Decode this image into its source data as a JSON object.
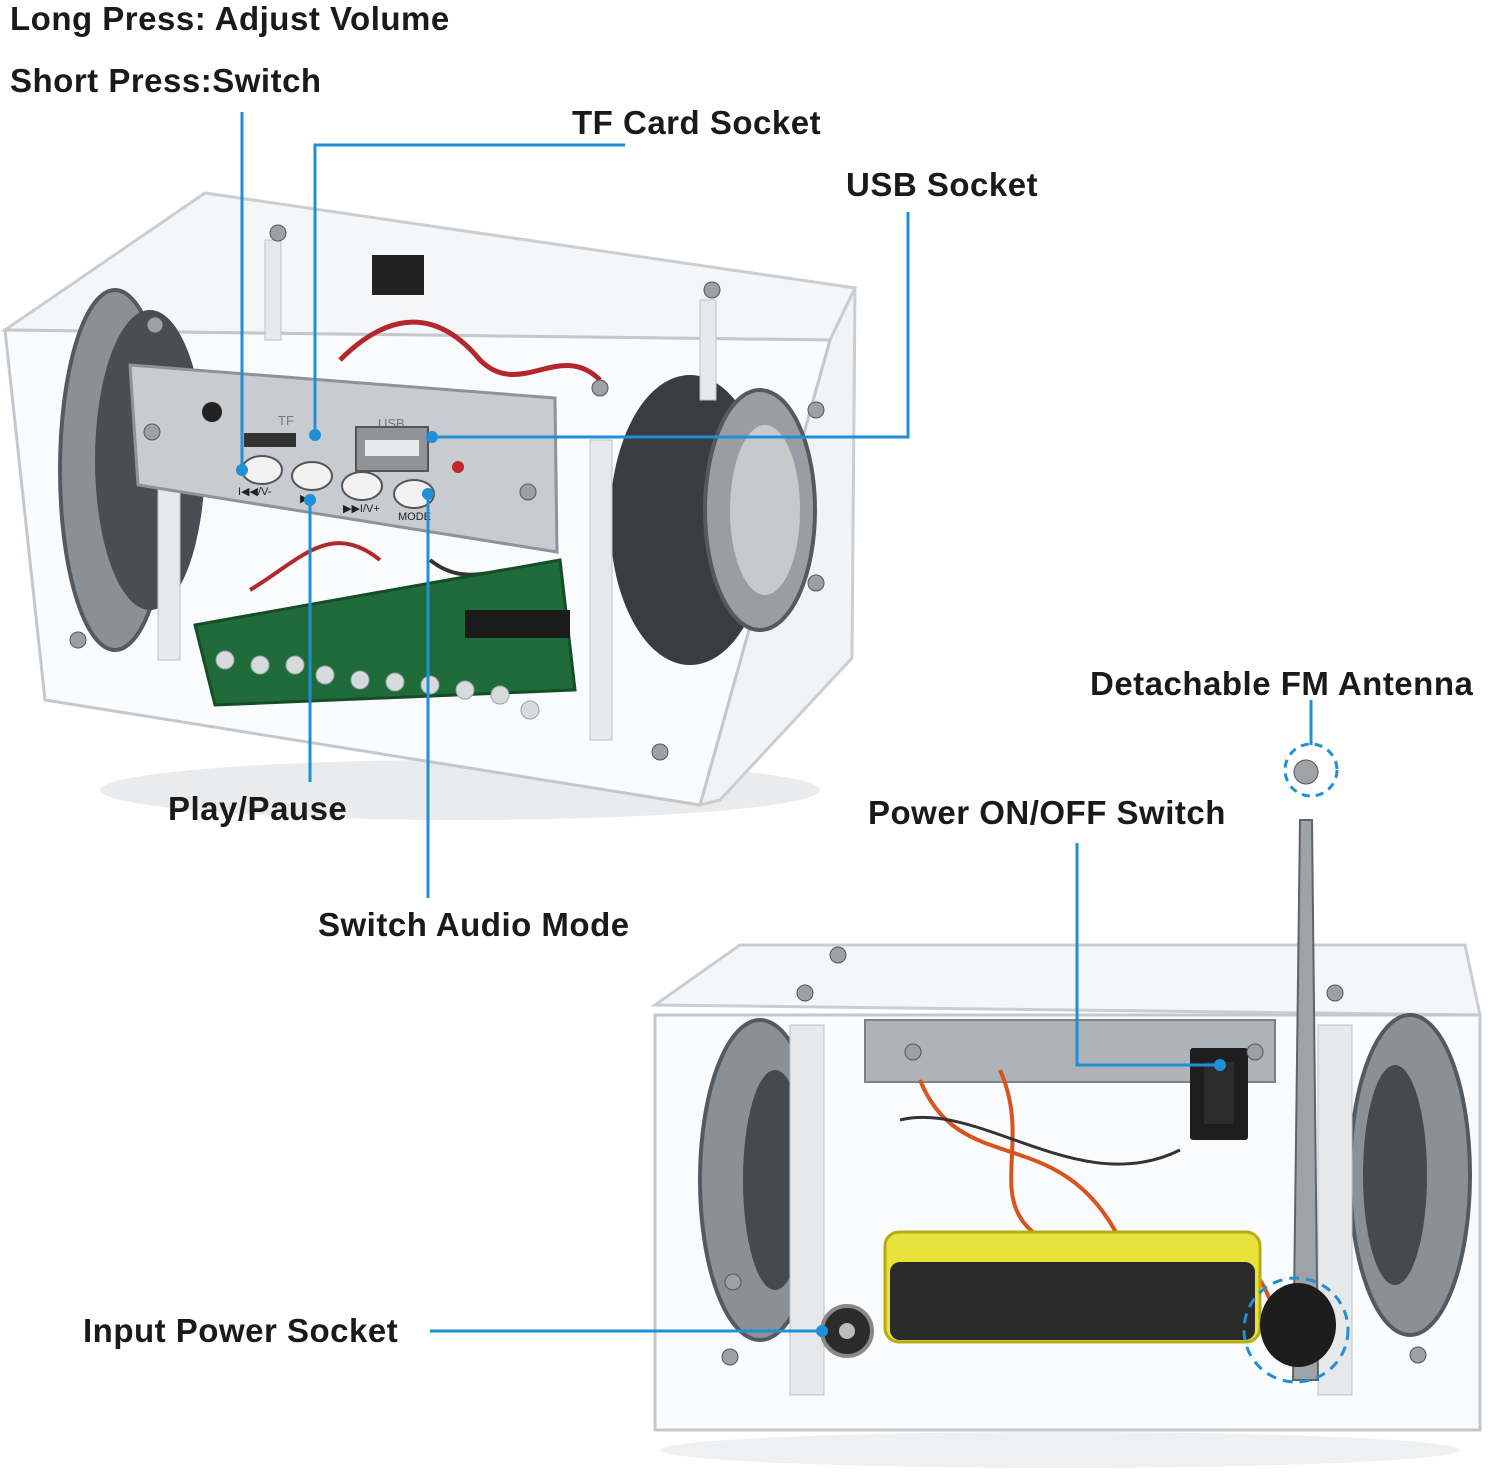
{
  "labels": {
    "long_press": "Long Press: Adjust Volume",
    "short_press": "Short Press:Switch",
    "tf_card": "TF Card Socket",
    "usb": "USB Socket",
    "play_pause": "Play/Pause",
    "switch_audio": "Switch Audio Mode",
    "antenna": "Detachable FM Antenna",
    "power_switch": "Power ON/OFF Switch",
    "input_power": "Input Power Socket"
  },
  "panel": {
    "tf": "TF",
    "usb": "USB",
    "btn_prev": "I◀◀/V-",
    "btn_play": "▶II",
    "btn_next": "▶▶I/V+",
    "btn_mode": "MODE"
  },
  "colors": {
    "callout": "#1f8fd6",
    "acrylic_edge": "#c9ced3",
    "pcb": "#1f6b3a",
    "panel": "#c8ccd0",
    "battery": "#e8e23a"
  }
}
